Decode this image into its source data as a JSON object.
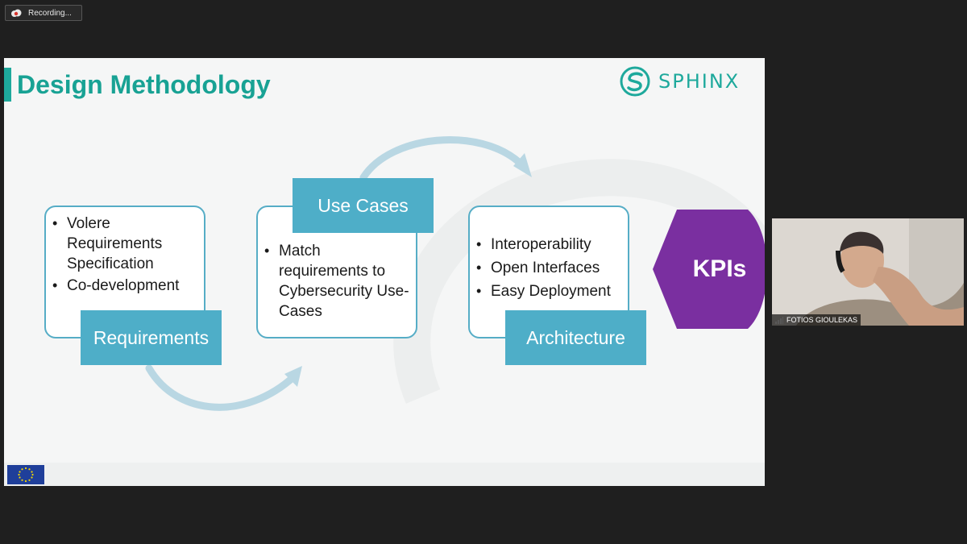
{
  "recording": {
    "label": "Recording..."
  },
  "slide": {
    "title": "Design Methodology",
    "logo_text": "SPHINX",
    "requirements": {
      "label": "Requirements",
      "bullets": [
        "Volere Requirements Specification",
        "Co-development"
      ]
    },
    "use_cases": {
      "label": "Use Cases",
      "bullets": [
        "Match requirements to Cybersecurity Use-Cases"
      ]
    },
    "architecture": {
      "label": "Architecture",
      "bullets": [
        "Interoperability",
        "Open Interfaces",
        "Easy Deployment"
      ]
    },
    "kpi": {
      "label": "KPIs"
    }
  },
  "video": {
    "participant_name": "FOTIOS GIOULEKAS"
  },
  "colors": {
    "teal": "#18a294",
    "box_blue": "#4eaec8",
    "card_border": "#56adc6",
    "kpi_purple": "#7a2fa0",
    "arrow": "#b9d7e3"
  },
  "icons": [
    "recording-cloud-icon",
    "sphinx-logo-icon",
    "curved-arrow-icon",
    "eu-flag-icon",
    "signal-strength-icon"
  ]
}
